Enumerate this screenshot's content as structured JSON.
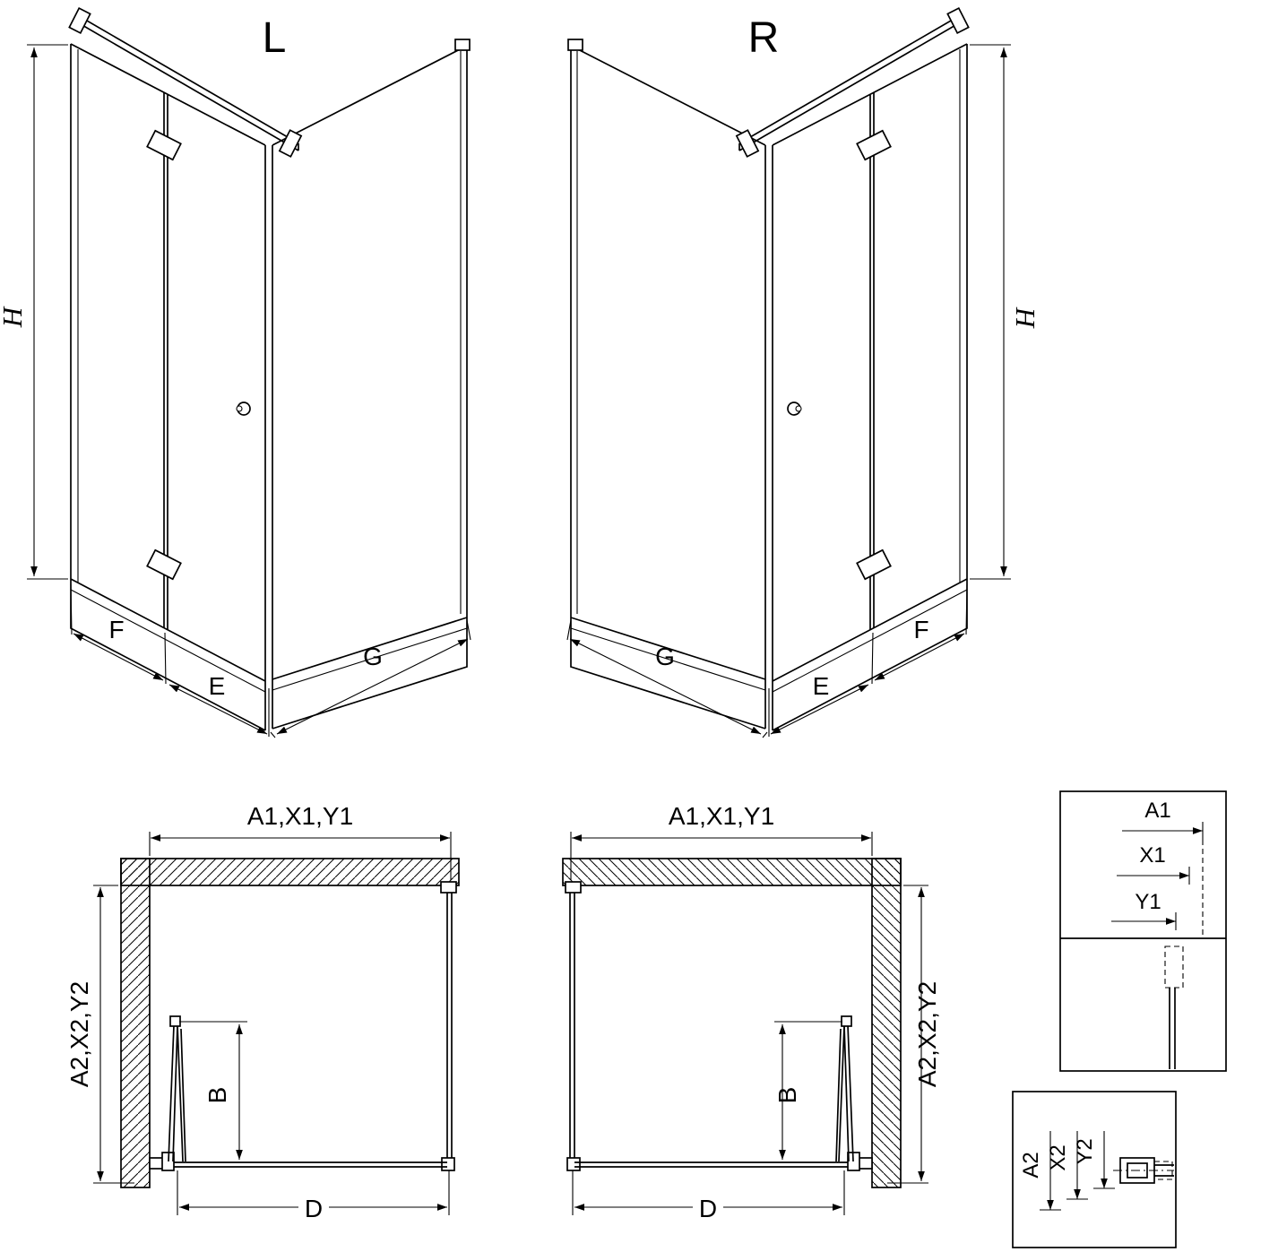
{
  "colors": {
    "line": "#000000",
    "background": "#ffffff"
  },
  "perspective_left": {
    "title": "L",
    "dim_height": "H",
    "dim_door_left": "F",
    "dim_door_right": "E",
    "dim_side": "G"
  },
  "perspective_right": {
    "title": "R",
    "dim_height": "H",
    "dim_door_left": "F",
    "dim_door_right": "E",
    "dim_side": "G"
  },
  "plan_left": {
    "dim_top": "A1,X1,Y1",
    "dim_side": "A2,X2,Y2",
    "dim_door": "B",
    "dim_bottom": "D"
  },
  "plan_right": {
    "dim_top": "A1,X1,Y1",
    "dim_side": "A2,X2,Y2",
    "dim_door": "B",
    "dim_bottom": "D"
  },
  "detail_top": {
    "labels": [
      "A1",
      "X1",
      "Y1"
    ]
  },
  "detail_bottom": {
    "labels": [
      "A2",
      "X2",
      "Y2"
    ]
  }
}
